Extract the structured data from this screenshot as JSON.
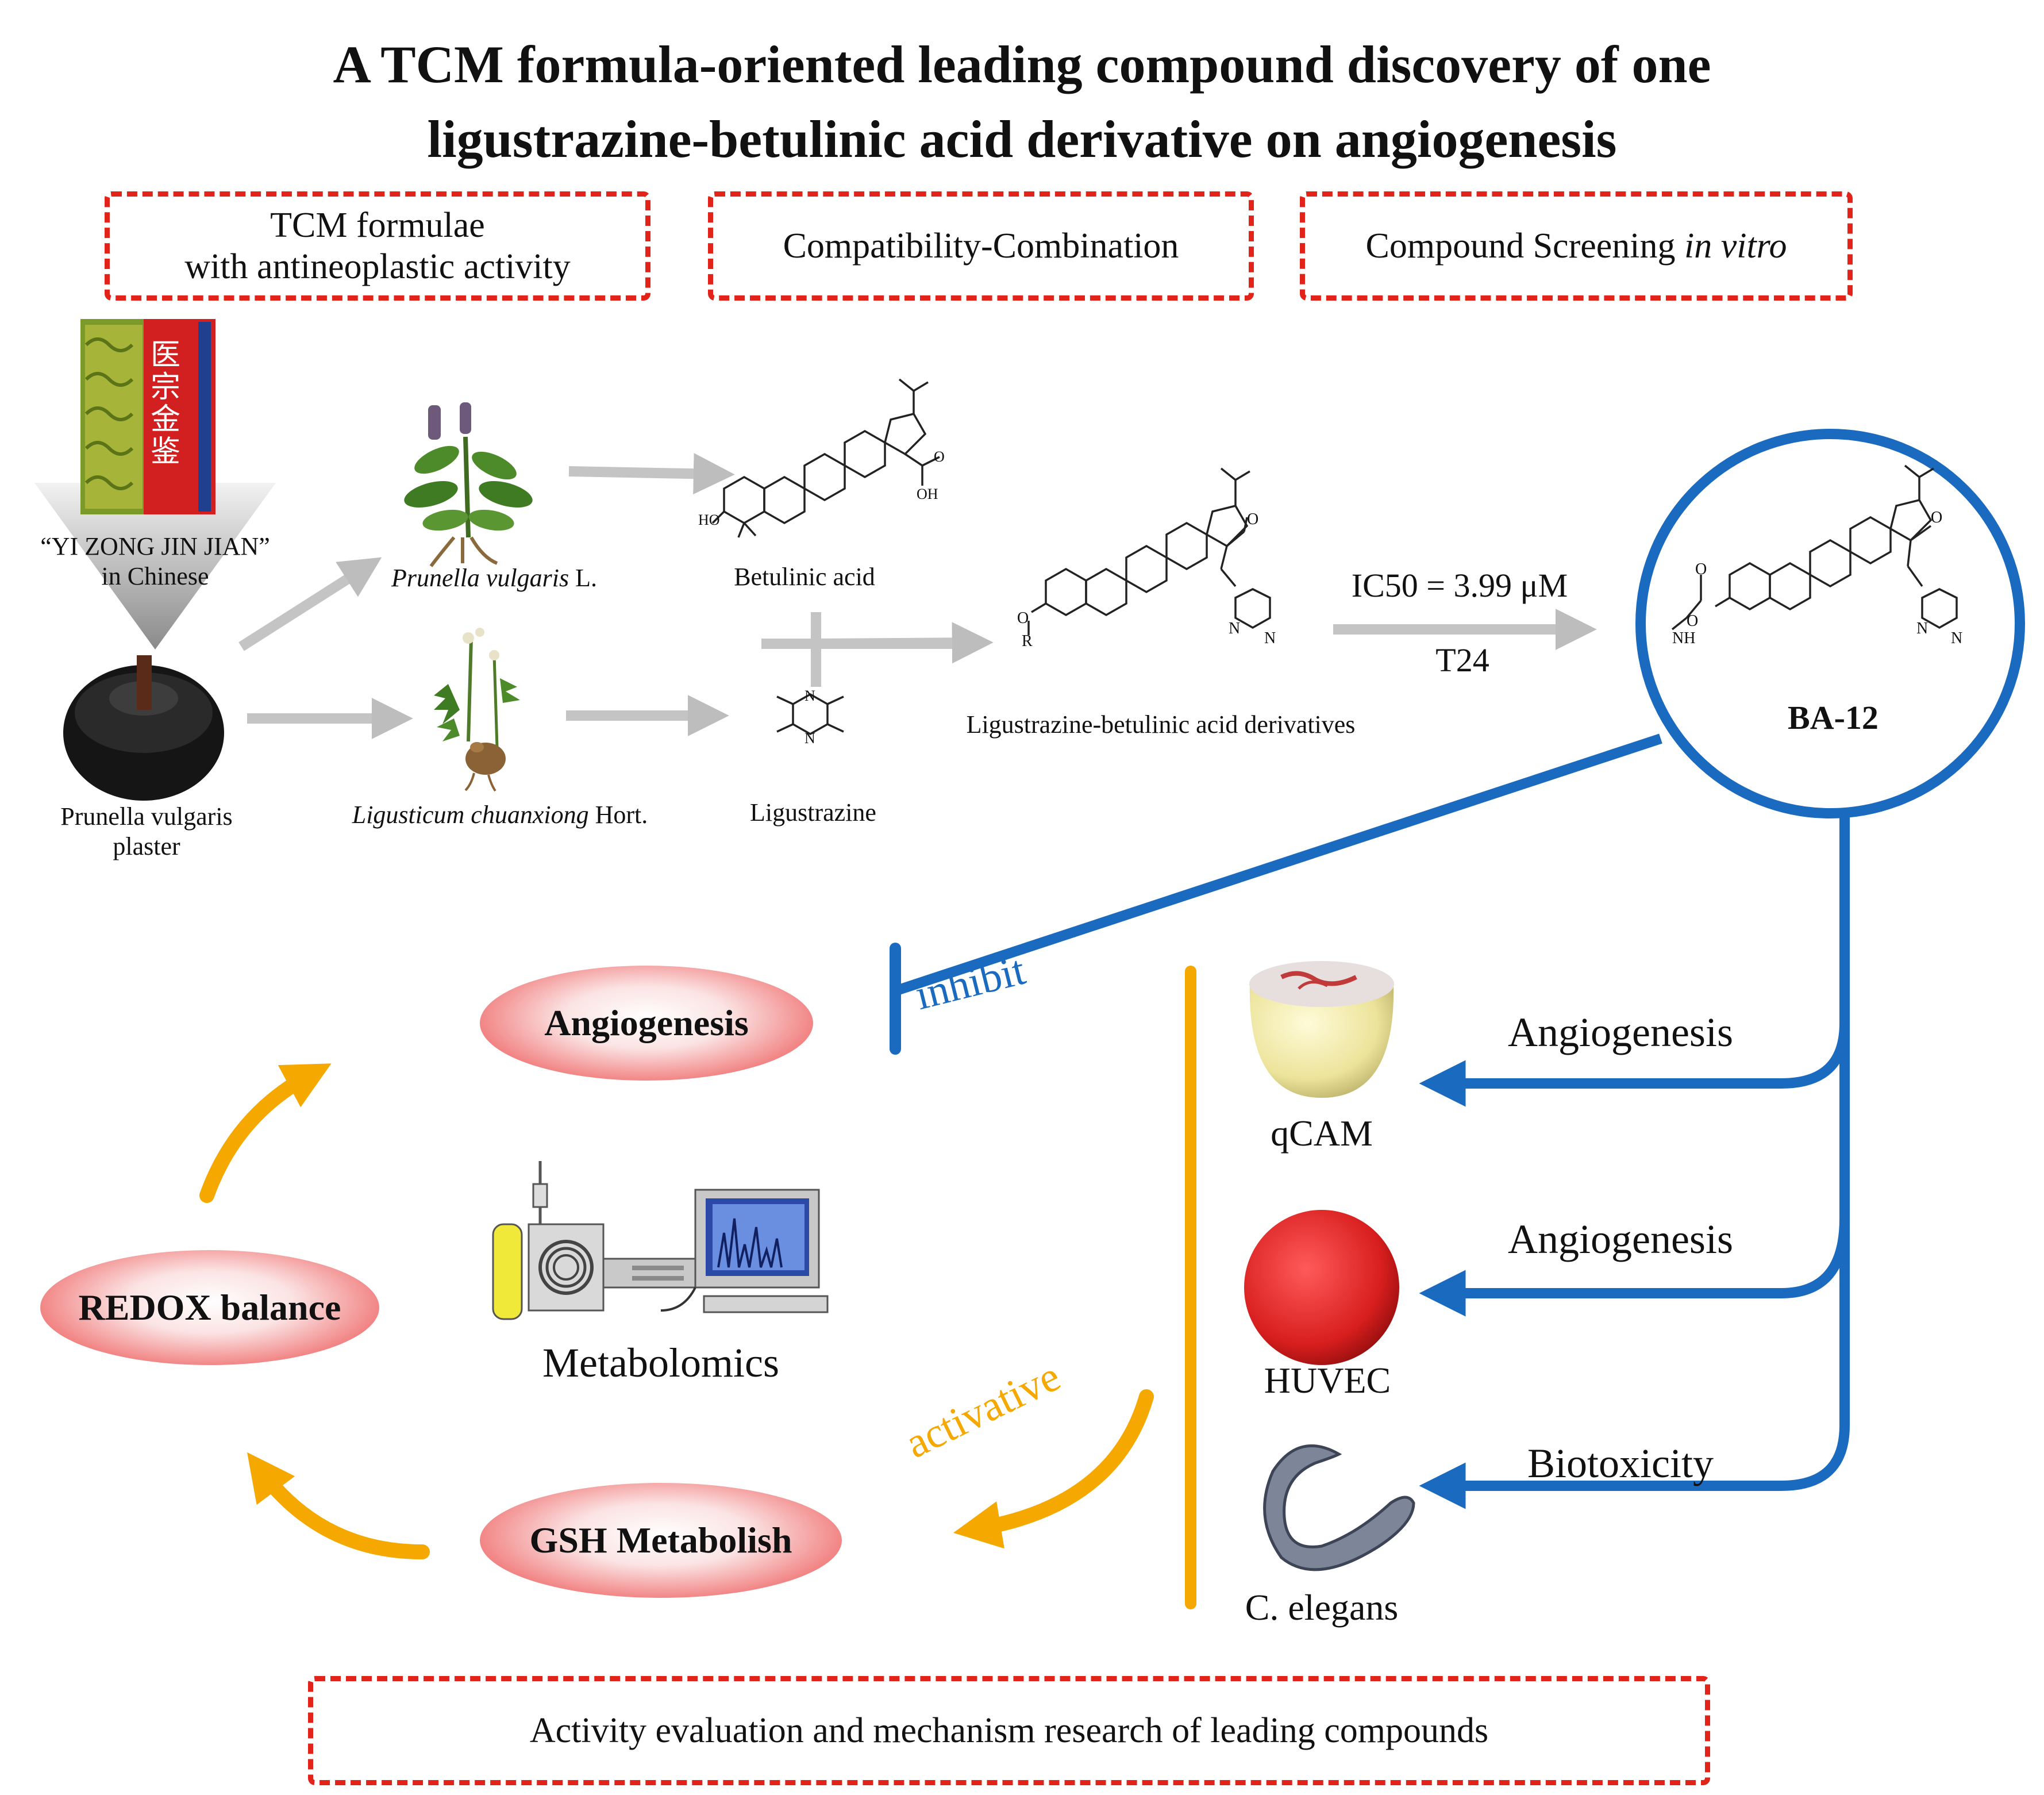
{
  "title": {
    "line1": "A TCM formula-oriented leading compound discovery of one",
    "line2": "ligustrazine-betulinic acid derivative on angiogenesis"
  },
  "section_boxes": {
    "tcm_line1": "TCM formulae",
    "tcm_line2": "with antineoplastic activity",
    "compatibility": "Compatibility-Combination",
    "screening_main": "Compound Screening ",
    "screening_italic": "in vitro",
    "bottom": "Activity evaluation and mechanism research of leading compounds"
  },
  "book": {
    "cover_chars": "医宗金鉴",
    "caption_line1": "“YI ZONG JIN JIAN”",
    "caption_line2": "in Chinese"
  },
  "plaster": {
    "line1": "Prunella vulgaris",
    "line2": "plaster"
  },
  "plants": {
    "prunella_italic": "Prunella vulgaris",
    "prunella_suffix": " L.",
    "ligusticum_italic": "Ligusticum chuanxiong",
    "ligusticum_suffix": " Hort."
  },
  "compounds": {
    "betulinic": "Betulinic acid",
    "ligustrazine": "Ligustrazine",
    "derivatives": "Ligustrazine-betulinic acid  derivatives",
    "ic50": "IC50 = 3.99 μM",
    "cell_line": "T24",
    "lead": "BA-12",
    "atoms": {
      "H": "H",
      "HO": "HO",
      "OH": "OH",
      "O": "O",
      "N": "N",
      "R": "R",
      "NH": "NH"
    }
  },
  "mechanism": {
    "angiogenesis": "Angiogenesis",
    "redox": "REDOX balance",
    "gsh": "GSH Metabolish",
    "metabolomics": "Metabolomics",
    "inhibit": "inhibit",
    "activative": "activative"
  },
  "assays": {
    "qcam": "qCAM",
    "huvec": "HUVEC",
    "celegans": "C. elegans",
    "angiogenesis_1": "Angiogenesis",
    "angiogenesis_2": "Angiogenesis",
    "biotoxicity": "Biotoxicity"
  },
  "colors": {
    "dash_red": "#e2231a",
    "blue": "#1a6bc0",
    "orange": "#f5a800",
    "gray_arrow": "#bdbdbd",
    "book_red": "#d21f1f",
    "book_green": "#7c9a2a"
  }
}
